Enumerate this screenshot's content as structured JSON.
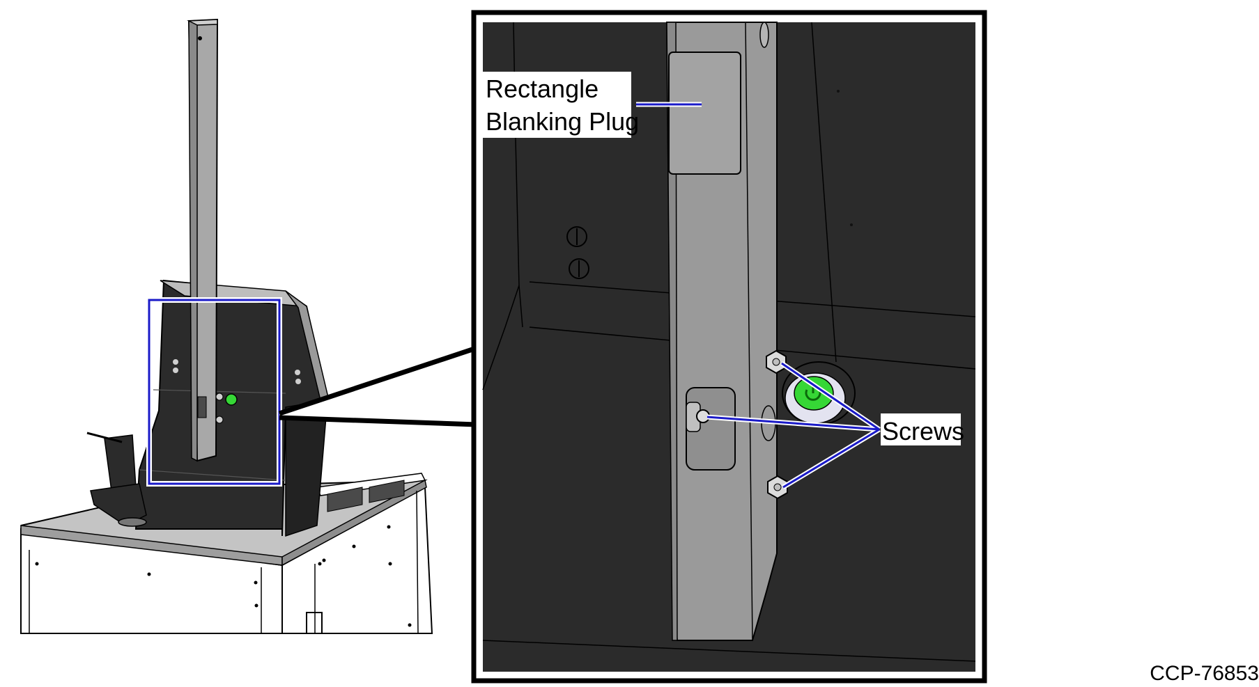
{
  "labels": {
    "blanking_plug_line1": "Rectangle",
    "blanking_plug_line2": "Blanking Plug",
    "screws": "Screws"
  },
  "figure_id": "CCP-76853",
  "colors": {
    "callout_line": "#1a1ac8",
    "detail_frame": "#1a1ac8",
    "panel_dark": "#2b2b2b",
    "metal": "#9a9a9a",
    "light_metal": "#d8d8d8",
    "power_led": "#36d736"
  },
  "icons": {
    "screw": "hex-screw-icon",
    "power": "power-button-icon"
  }
}
